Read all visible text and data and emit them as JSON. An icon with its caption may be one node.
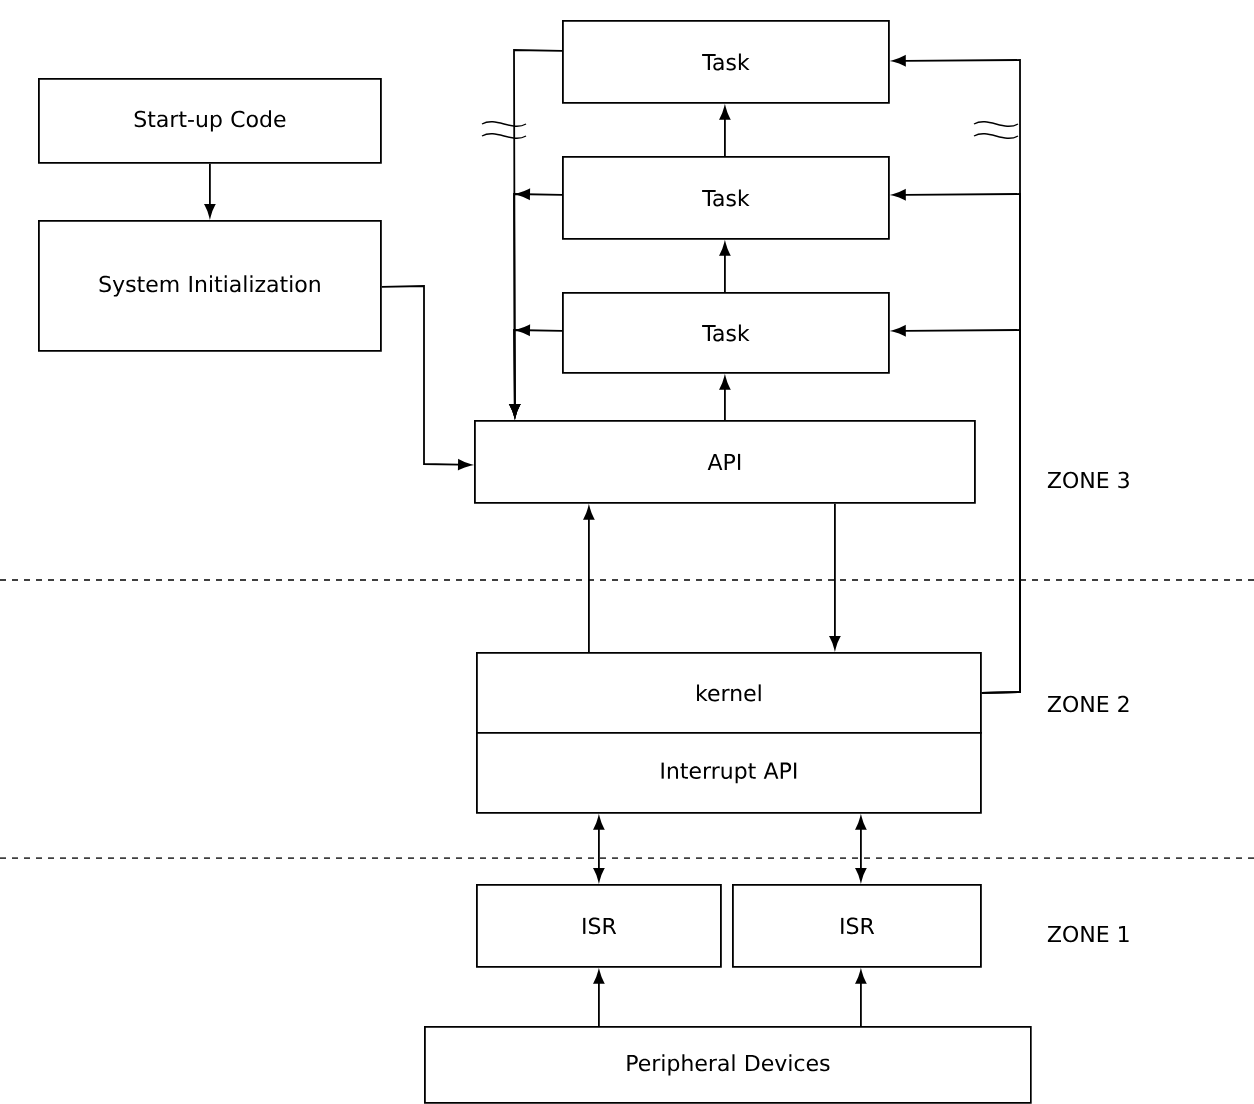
{
  "diagram": {
    "nodes": [
      {
        "text": [
          "Start-up Code"
        ]
      },
      {
        "text": [
          "System Initialization"
        ]
      },
      {
        "text": [
          "Task"
        ]
      },
      {
        "text": [
          "Task"
        ]
      },
      {
        "text": [
          "Task"
        ]
      },
      {
        "text": [
          "API"
        ]
      },
      {
        "text": [
          "kernel"
        ]
      },
      {
        "text": [
          "Interrupt API"
        ]
      },
      {
        "text": [
          "ISR"
        ]
      },
      {
        "text": [
          "ISR"
        ]
      },
      {
        "text": [
          "Peripheral Devices"
        ]
      }
    ],
    "edges": [
      {
        "from": 0,
        "to": 1,
        "arrow": "to"
      },
      {
        "from": 1,
        "to": 5,
        "arrow": "to"
      },
      {
        "from": 5,
        "to": 4,
        "arrow": "to"
      },
      {
        "from": 4,
        "to": 3,
        "arrow": "to"
      },
      {
        "from": 3,
        "to": 2,
        "arrow": "to"
      },
      {
        "from": 2,
        "to": 5,
        "arrow": "to"
      },
      {
        "from": 3,
        "to": 5,
        "arrow": "to"
      },
      {
        "from": 4,
        "to": 5,
        "arrow": "to"
      },
      {
        "from": 6,
        "to": 2,
        "arrow": "to"
      },
      {
        "from": 6,
        "to": 3,
        "arrow": "to"
      },
      {
        "from": 6,
        "to": 4,
        "arrow": "to"
      },
      {
        "from": 6,
        "to": 5,
        "arrow": "to"
      },
      {
        "from": 5,
        "to": 6,
        "arrow": "to"
      },
      {
        "from": 7,
        "to": 8,
        "arrow": "both"
      },
      {
        "from": 7,
        "to": 9,
        "arrow": "both"
      },
      {
        "from": 10,
        "to": 8,
        "arrow": "to"
      },
      {
        "from": 10,
        "to": 9,
        "arrow": "to"
      }
    ],
    "labels": [
      "ZONE 3",
      "ZONE 2",
      "ZONE 1"
    ]
  }
}
